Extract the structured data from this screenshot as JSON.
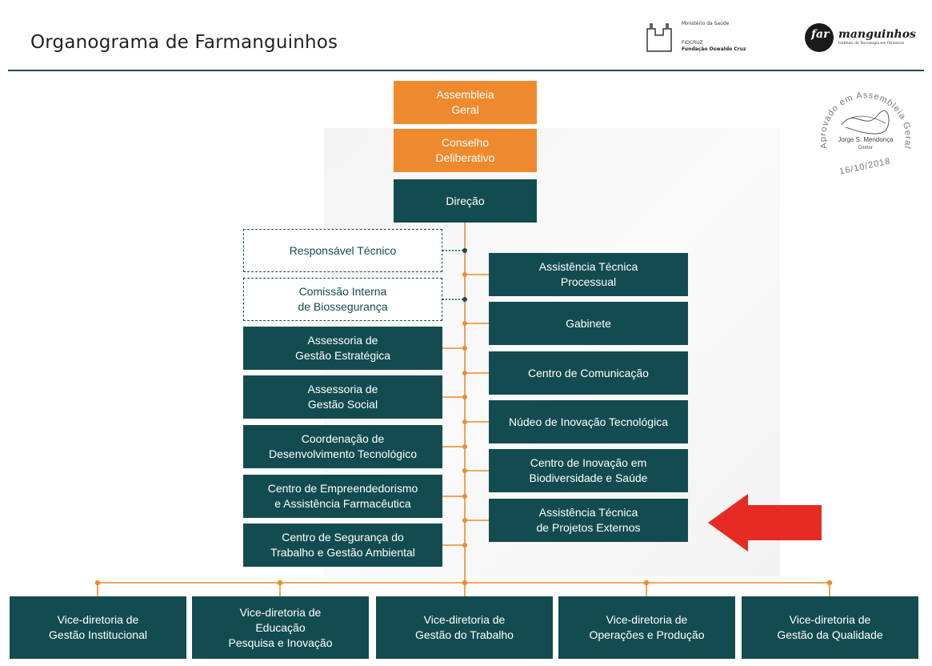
{
  "title": "Organograma de Farmanguinhos",
  "logos": {
    "ministerio_line1": "Ministério da Saúde",
    "ministerio_line2": "FIOCRUZ",
    "ministerio_line3": "Fundação Oswaldo Cruz",
    "farmanguinhos_brand_a": "far",
    "farmanguinhos_brand_b": "manguinhos",
    "farmanguinhos_sub": "Instituto de Tecnologia em Fármacos"
  },
  "stamp": {
    "arc_text": "Aprovado em Assembleia Geral",
    "name": "Jorge S. Mendonça",
    "role": "Diretor",
    "date": "16/10/2018"
  },
  "top_chain": [
    {
      "label": "Assembleia\nGeral",
      "style": "orange"
    },
    {
      "label": "Conselho\nDeliberativo",
      "style": "orange"
    },
    {
      "label": "Direção",
      "style": "teal"
    }
  ],
  "left_column": [
    {
      "label": "Responsável Técnico",
      "style": "dashed"
    },
    {
      "label": "Comissão Interna\nde Biossegurança",
      "style": "dashed"
    },
    {
      "label": "Assessoria de\nGestão Estratégica",
      "style": "teal"
    },
    {
      "label": "Assessoria de\nGestão Social",
      "style": "teal"
    },
    {
      "label": "Coordenação de\nDesenvolvimento Tecnológico",
      "style": "teal"
    },
    {
      "label": "Centro de Empreendedorismo\ne Assistência Farmacêutica",
      "style": "teal"
    },
    {
      "label": "Centro de Segurança do\nTrabalho e Gestão Ambiental",
      "style": "teal"
    }
  ],
  "right_column": [
    {
      "label": "Assistência Técnica\nProcessual"
    },
    {
      "label": "Gabinete"
    },
    {
      "label": "Centro de Comunicação"
    },
    {
      "label": "Núdeo de Inovação Tecnológica"
    },
    {
      "label": "Centro de Inovação em\nBiodiversidade e Saúde"
    },
    {
      "label": "Assistência Técnica\nde Projetos Externos"
    }
  ],
  "bottom_row": [
    {
      "label": "Vice-diretoria de\nGestão Institucional"
    },
    {
      "label": "Vice-diretoria de\nEducação\nPesquisa e Inovação"
    },
    {
      "label": "Vice-diretoria de\nGestão do Trabalho"
    },
    {
      "label": "Vice-diretoria de\nOperações e Produção"
    },
    {
      "label": "Vice-diretoria de\nGestão da Qualidade"
    }
  ],
  "colors": {
    "orange": "#ee8a2d",
    "teal": "#134c50",
    "arrow": "#e62b24",
    "line": "#ee8a2d"
  },
  "icons": {
    "highlight_arrow": "left-arrow-icon"
  }
}
